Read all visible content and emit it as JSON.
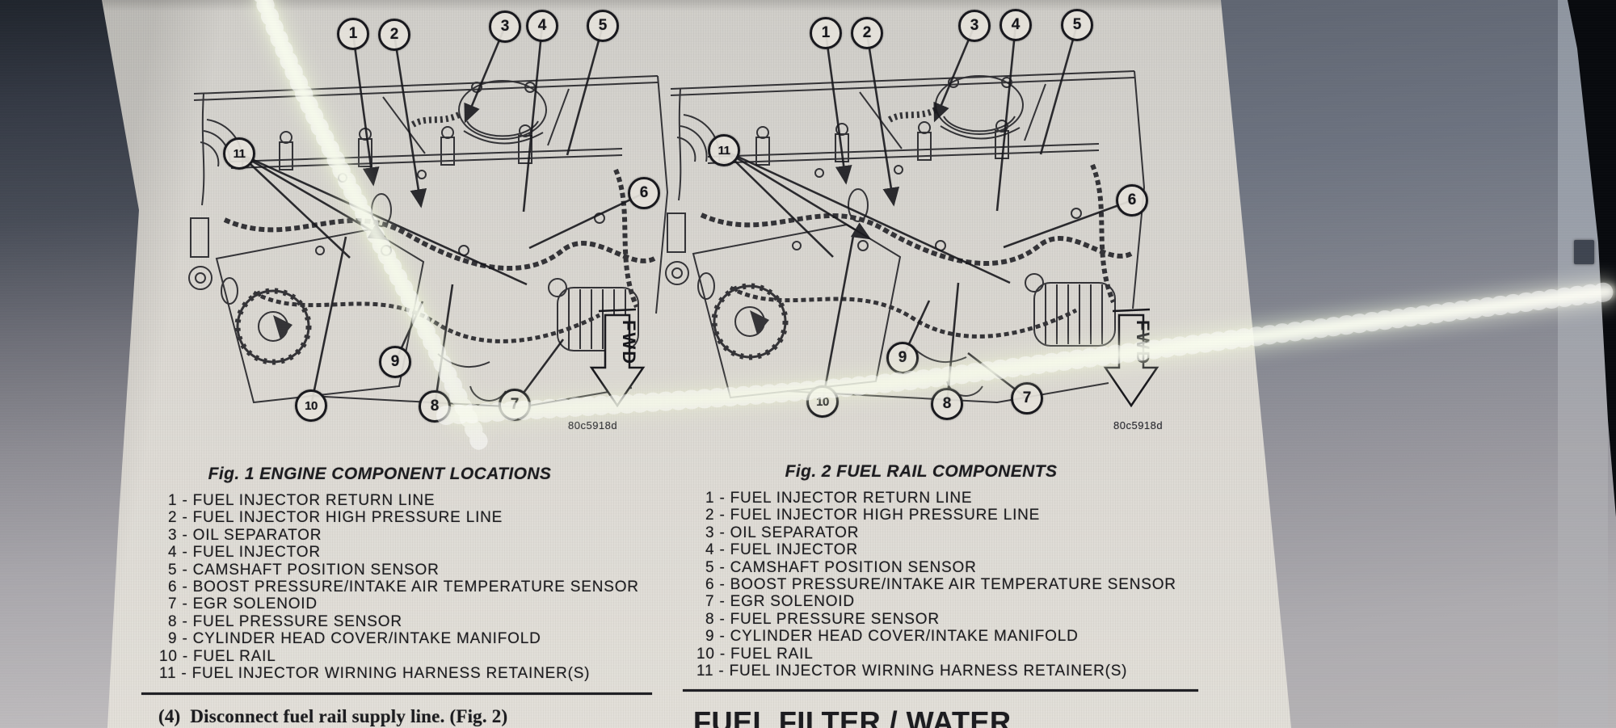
{
  "figures": [
    {
      "id": "fig1",
      "title": "Fig. 1 ENGINE COMPONENT LOCATIONS",
      "image_code": "80c5918d",
      "fwd_label": "FWD",
      "callouts": [
        "1",
        "2",
        "3",
        "4",
        "5",
        "6",
        "7",
        "8",
        "9",
        "10",
        "11"
      ],
      "legend": [
        "1 - FUEL INJECTOR RETURN LINE",
        "2 - FUEL INJECTOR HIGH PRESSURE LINE",
        "3 - OIL SEPARATOR",
        "4 - FUEL INJECTOR",
        "5 - CAMSHAFT POSITION SENSOR",
        "6 - BOOST PRESSURE/INTAKE AIR TEMPERATURE SENSOR",
        "7 - EGR SOLENOID",
        "8 - FUEL PRESSURE SENSOR",
        "9 - CYLINDER HEAD COVER/INTAKE MANIFOLD",
        "10 - FUEL RAIL",
        "11 - FUEL INJECTOR WIRNING HARNESS RETAINER(S)"
      ]
    },
    {
      "id": "fig2",
      "title": "Fig. 2 FUEL RAIL COMPONENTS",
      "image_code": "80c5918d",
      "fwd_label": "FWD",
      "callouts": [
        "1",
        "2",
        "3",
        "4",
        "5",
        "6",
        "7",
        "8",
        "9",
        "10",
        "11"
      ],
      "legend": [
        "1 - FUEL INJECTOR RETURN LINE",
        "2 - FUEL INJECTOR HIGH PRESSURE LINE",
        "3 - OIL SEPARATOR",
        "4 - FUEL INJECTOR",
        "5 - CAMSHAFT POSITION SENSOR",
        "6 - BOOST PRESSURE/INTAKE AIR TEMPERATURE SENSOR",
        "7 - EGR SOLENOID",
        "8 - FUEL PRESSURE SENSOR",
        "9 - CYLINDER HEAD COVER/INTAKE MANIFOLD",
        "10 - FUEL RAIL",
        "11 - FUEL INJECTOR WIRNING HARNESS RETAINER(S)"
      ]
    }
  ],
  "footer": {
    "step_text": "(4)  Disconnect fuel rail supply line. (Fig. 2)",
    "section_heading": "FUEL FILTER / WATER"
  },
  "colors": {
    "page": "#dcd9d3",
    "ink": "#1b1b1e",
    "glare": "#eefad2",
    "bezel": "#07090d"
  }
}
